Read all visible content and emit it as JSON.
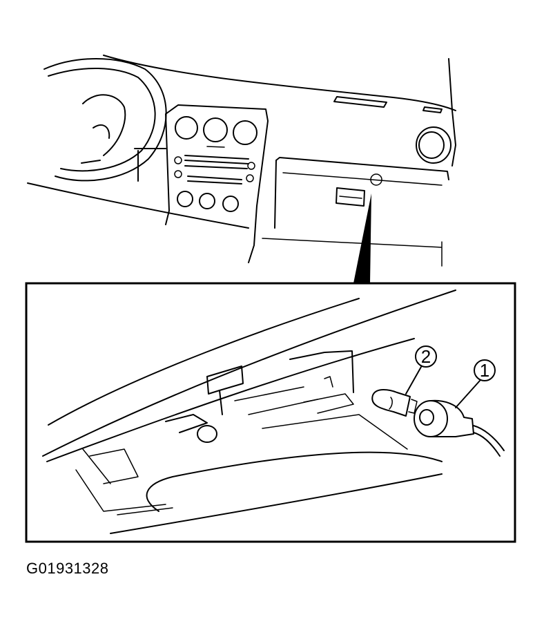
{
  "figure": {
    "id": "G01931328",
    "callouts": [
      {
        "label": "1"
      },
      {
        "label": "2"
      }
    ]
  },
  "colors": {
    "line": "#000000",
    "background": "#ffffff"
  }
}
